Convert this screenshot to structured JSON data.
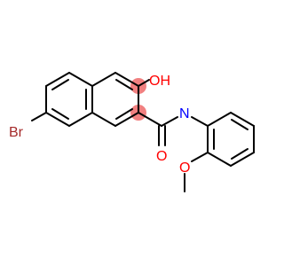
{
  "structure": {
    "atoms": {
      "br": {
        "label": "Br",
        "color": "#a52a2a"
      },
      "hydroxyl": {
        "label": "OH",
        "color": "#ff0000"
      },
      "amide_n": {
        "label": "N",
        "color": "#0000ff"
      },
      "carbonyl_o": {
        "label": "O",
        "color": "#ff0000"
      },
      "ether_o": {
        "label": "O",
        "color": "#ff0000"
      }
    },
    "highlight_color": "#f08080",
    "bond_color": "#000000"
  }
}
